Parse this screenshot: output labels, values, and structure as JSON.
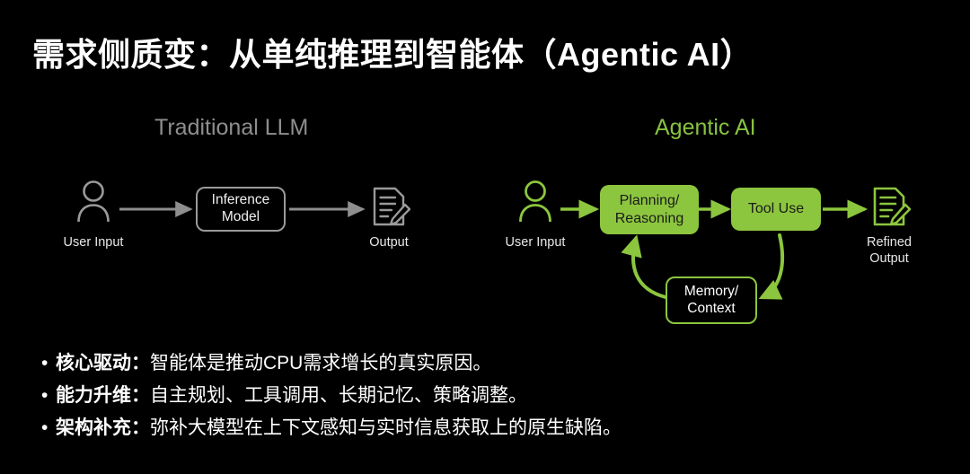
{
  "slide": {
    "title": "需求侧质变：从单纯推理到智能体（Agentic AI）",
    "background_color": "#000000",
    "accent_green": "#8cc63e",
    "muted_gray": "#8e8e8e"
  },
  "left_panel": {
    "heading": "Traditional LLM",
    "nodes": {
      "user_input_label": "User Input",
      "user_input_icon": "person-icon",
      "model_box": "Inference\nModel",
      "output_label": "Output",
      "output_icon": "document-pencil-icon"
    },
    "flow": [
      "User Input",
      "Inference Model",
      "Output"
    ]
  },
  "right_panel": {
    "heading": "Agentic AI",
    "nodes": {
      "user_input_label": "User Input",
      "user_input_icon": "person-icon",
      "planning_box": "Planning/\nReasoning",
      "tool_use_box": "Tool Use",
      "memory_box": "Memory/\nContext",
      "output_label": "Refined\nOutput",
      "output_icon": "document-pencil-icon"
    },
    "flow": [
      "User Input",
      "Planning/Reasoning",
      "Tool Use",
      "Memory/Context",
      "Planning/Reasoning",
      "Refined Output"
    ]
  },
  "bullets": [
    {
      "marker": "•",
      "lead": "核心驱动：",
      "body": "智能体是推动CPU需求增长的真实原因。"
    },
    {
      "marker": "•",
      "lead": "能力升维：",
      "body": "自主规划、工具调用、长期记忆、策略调整。"
    },
    {
      "marker": "•",
      "lead": "架构补充：",
      "body": "弥补大模型在上下文感知与实时信息获取上的原生缺陷。"
    }
  ]
}
